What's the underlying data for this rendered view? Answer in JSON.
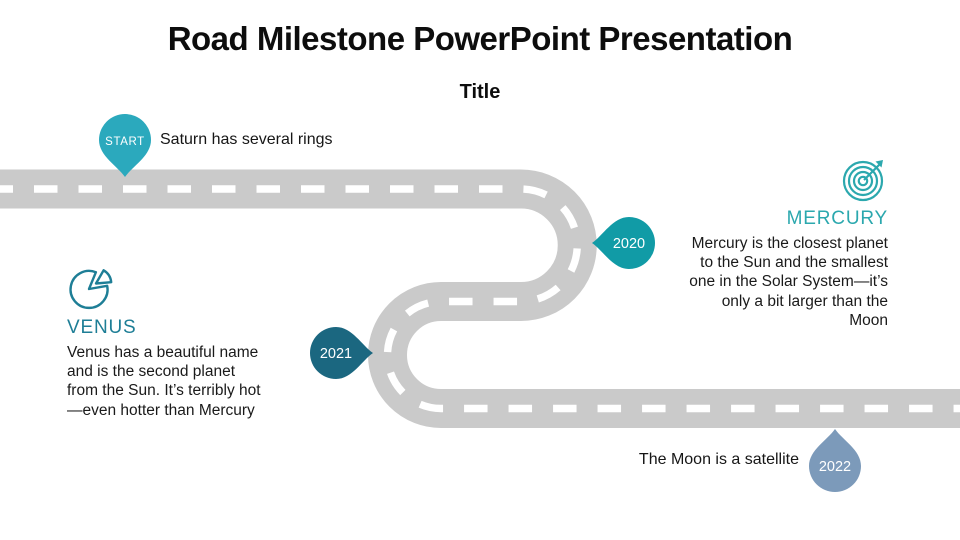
{
  "slide": {
    "title": "Road Milestone PowerPoint Presentation",
    "subtitle": "Title"
  },
  "colors": {
    "road": "#cacaca",
    "road_dash": "#ffffff",
    "start_pin": "#2ba9bd",
    "pin_2020": "#119ba6",
    "pin_2021": "#1b6780",
    "pin_2022": "#7c9aba",
    "mercury_accent": "#2ba8ae",
    "venus_accent": "#1e7e96",
    "title_text": "#0d0d0d",
    "body_text": "#1a1a1a"
  },
  "milestones": {
    "start": {
      "label": "START",
      "note": "Saturn has several rings"
    },
    "y2020": {
      "year": "2020",
      "heading": "MERCURY",
      "icon": "dartboard-target-icon",
      "body": "Mercury is the closest planet to the Sun and the smallest one in the Solar System—it’s only a bit larger than the Moon"
    },
    "y2021": {
      "year": "2021",
      "heading": "VENUS",
      "icon": "pie-chart-icon",
      "body": "Venus has a beautiful name and is the second planet from the Sun. It’s terribly hot—even hotter than Mercury"
    },
    "y2022": {
      "year": "2022",
      "note": "The Moon is a satellite"
    }
  }
}
